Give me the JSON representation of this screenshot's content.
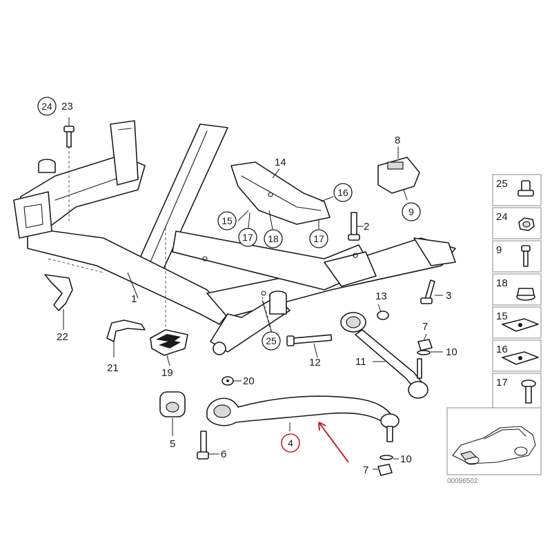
{
  "callouts": {
    "c24": "24",
    "c23": "23",
    "c8": "8",
    "c14": "14",
    "c16": "16",
    "c9": "9",
    "c15": "15",
    "c17a": "17",
    "c18": "18",
    "c17b": "17",
    "c2": "2",
    "c1": "1",
    "c3": "3",
    "c13": "13",
    "c22": "22",
    "c25": "25",
    "c7a": "7",
    "c10a": "10",
    "c21": "21",
    "c19": "19",
    "c12": "12",
    "c11": "11",
    "c20": "20",
    "c5": "5",
    "c4": "4",
    "c6": "6",
    "c10b": "10",
    "c7b": "7"
  },
  "legend": [
    {
      "label": "25",
      "icon": "nut-cap-icon"
    },
    {
      "label": "24",
      "icon": "hex-nut-icon"
    },
    {
      "label": "9",
      "icon": "bolt-icon"
    },
    {
      "label": "18",
      "icon": "flange-nut-icon"
    },
    {
      "label": "15",
      "icon": "clip-nut-icon"
    },
    {
      "label": "16",
      "icon": "clip-nut-icon"
    },
    {
      "label": "17",
      "icon": "flange-bolt-icon"
    }
  ],
  "document_number": "00096502",
  "colors": {
    "highlight": "#c8202a",
    "line": "#1a1a1a"
  }
}
